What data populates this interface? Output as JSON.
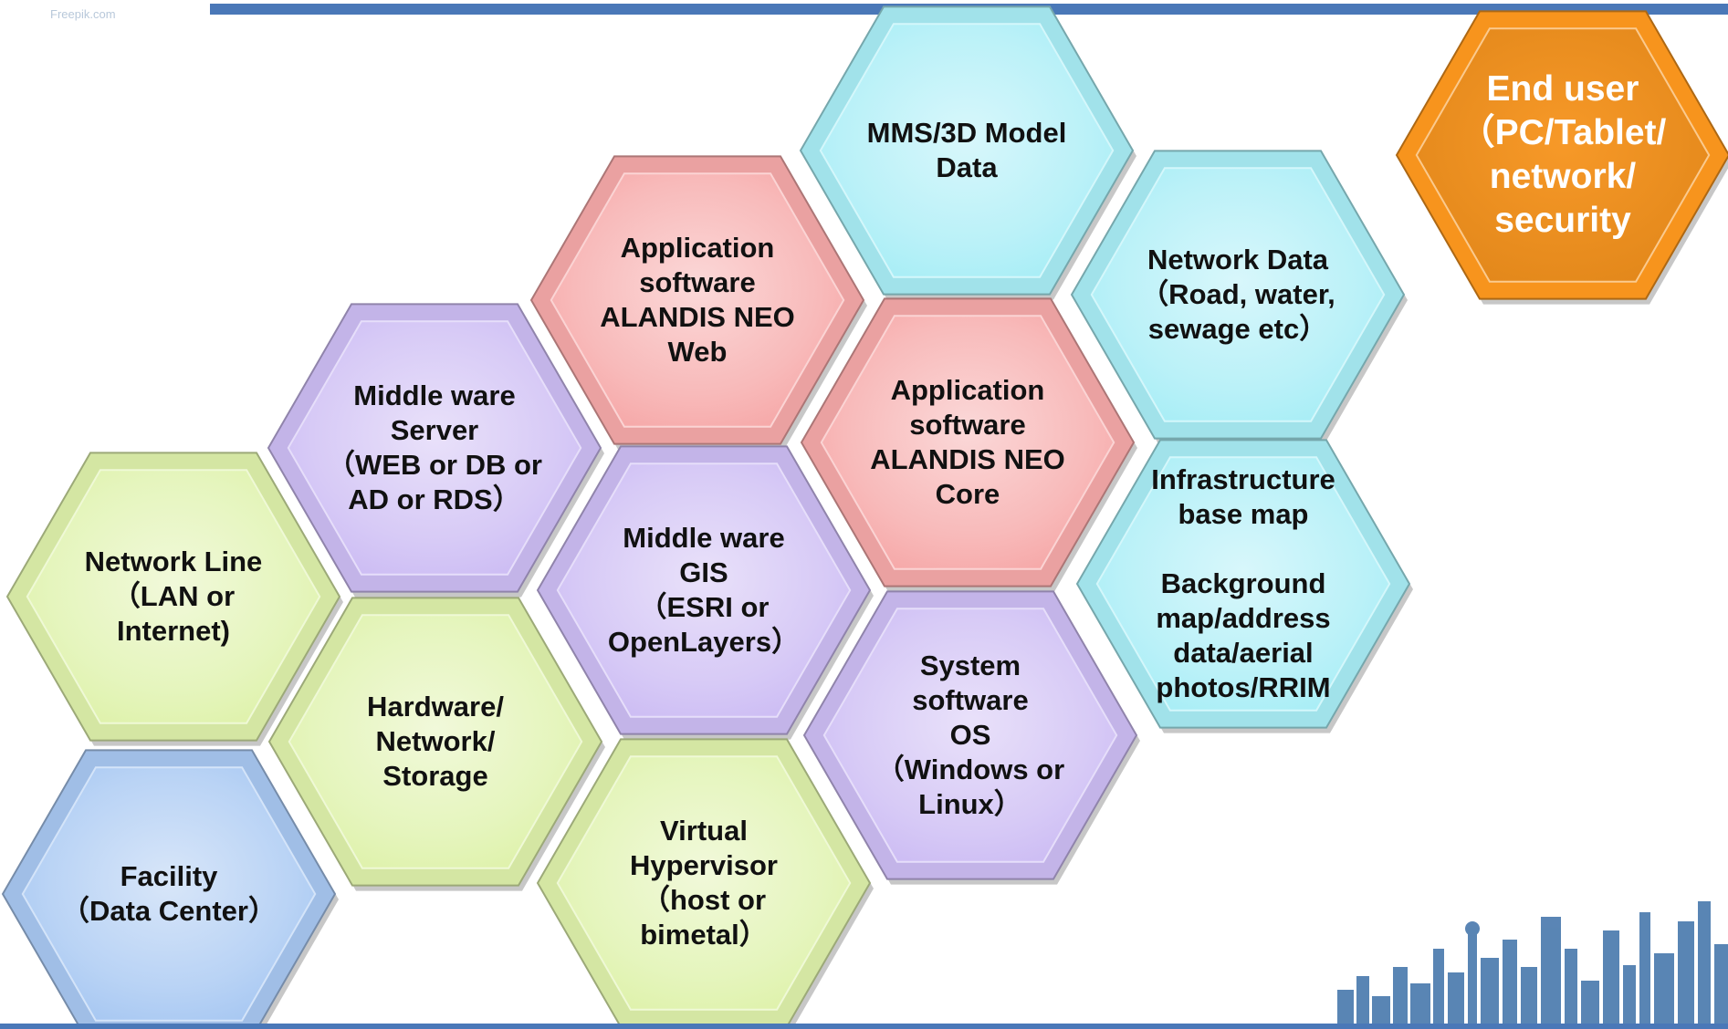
{
  "watermark": "Freepik.com",
  "palette": {
    "header_bar": "#4a78b8",
    "cyan": "#a9eef6",
    "pink": "#f6a9a9",
    "purple": "#cdbdf4",
    "green": "#dff2ac",
    "blue": "#a8c8f2",
    "orange": "#f7941d"
  },
  "hexagons": [
    {
      "id": "mms-3d-model-data",
      "text": "MMS/3D Model\nData",
      "color": "cyan"
    },
    {
      "id": "end-user",
      "text": "End user\n（PC/Tablet/\nnetwork/\nsecurity",
      "color": "orange"
    },
    {
      "id": "application-software-web",
      "text": "Application\nsoftware\nALANDIS NEO\nWeb",
      "color": "pink"
    },
    {
      "id": "network-data",
      "text": "Network Data\n（Road, water,\nsewage etc）",
      "color": "cyan"
    },
    {
      "id": "middle-ware-server",
      "text": "Middle ware\nServer\n（WEB or DB or\nAD or RDS）",
      "color": "purple"
    },
    {
      "id": "application-software-core",
      "text": "Application\nsoftware\nALANDIS NEO\nCore",
      "color": "pink"
    },
    {
      "id": "infrastructure-base-map",
      "text": "Infrastructure\nbase map\n\nBackground\nmap/address\ndata/aerial\nphotos/RRIM",
      "color": "cyan"
    },
    {
      "id": "network-line",
      "text": "Network Line\n（LAN or\nInternet)",
      "color": "green"
    },
    {
      "id": "middle-ware-gis",
      "text": "Middle ware\nGIS\n（ESRI or\nOpenLayers）",
      "color": "purple"
    },
    {
      "id": "hardware-network-storage",
      "text": "Hardware/\nNetwork/\nStorage",
      "color": "green"
    },
    {
      "id": "system-software-os",
      "text": "System\nsoftware\nOS\n（Windows or\nLinux）",
      "color": "purple"
    },
    {
      "id": "facility",
      "text": "Facility\n（Data Center）",
      "color": "blue"
    },
    {
      "id": "virtual-hypervisor",
      "text": "Virtual\nHypervisor\n（host or\nbimetal）",
      "color": "green"
    }
  ]
}
